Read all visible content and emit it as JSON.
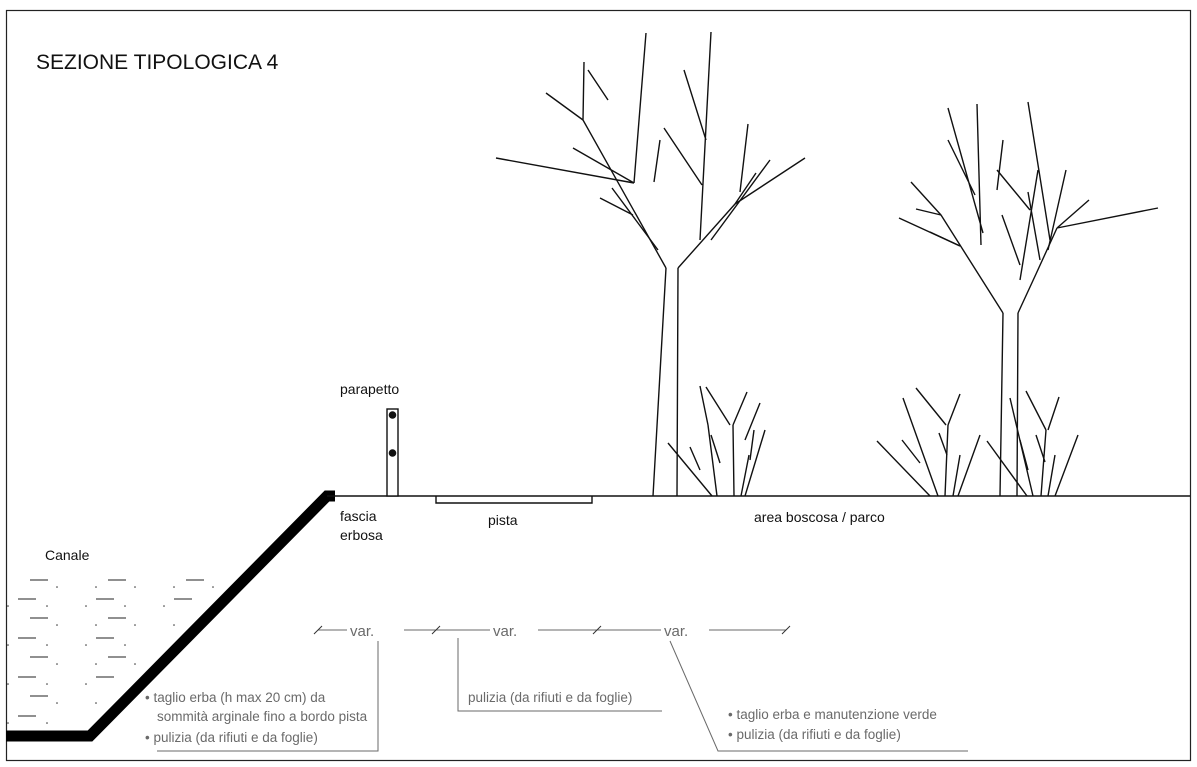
{
  "title": "SEZIONE TIPOLOGICA 4",
  "labels": {
    "parapetto": "parapetto",
    "canale": "Canale",
    "fascia_line1": "fascia",
    "fascia_line2": "erbosa",
    "pista": "pista",
    "area": "area boscosa / parco"
  },
  "dimensions": [
    "var.",
    "var.",
    "var."
  ],
  "notes": {
    "left": [
      "• taglio erba (h max 20 cm) da",
      "sommità arginale fino a bordo pista",
      "• pulizia (da rifiuti e da foglie)"
    ],
    "middle": [
      "pulizia (da rifiuti e da foglie)"
    ],
    "right": [
      "• taglio erba e manutenzione verde",
      "• pulizia (da rifiuti e da foglie)"
    ]
  }
}
